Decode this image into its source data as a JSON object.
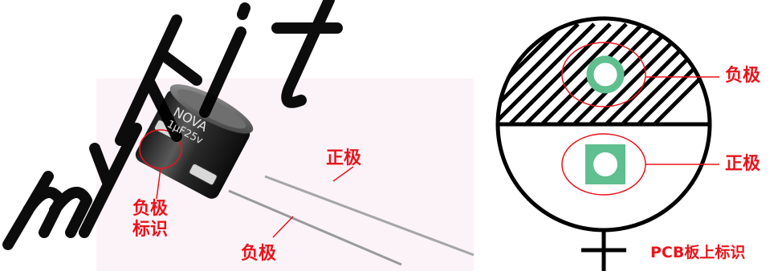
{
  "capacitor": {
    "brand": "NOVA",
    "rating": "1µF25v",
    "label_positive": "正极",
    "label_negative": "负极",
    "label_negative_mark_line1": "负极",
    "label_negative_mark_line2": "标识"
  },
  "pcb": {
    "label_negative": "负极",
    "label_positive": "正极",
    "label_footprint": "PCB板上标识"
  },
  "watermark": "mykit",
  "colors": {
    "label": "#e8141c",
    "pad": "#5fbf8f",
    "outline": "#000000",
    "callout": "#e8141c"
  }
}
